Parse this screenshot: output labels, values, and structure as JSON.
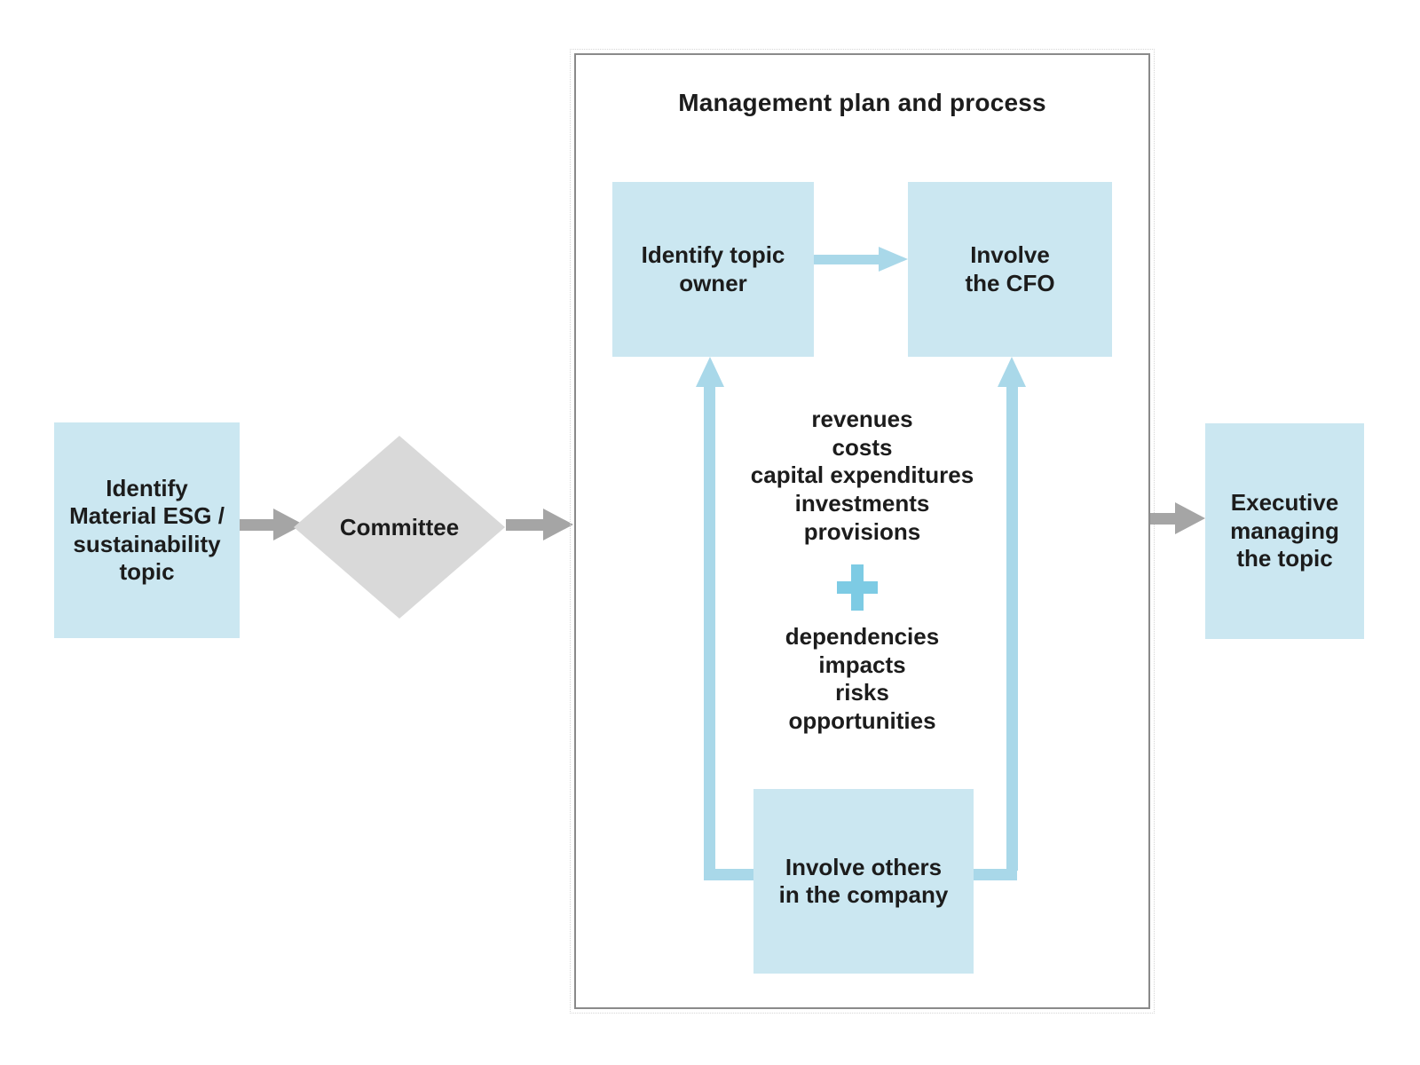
{
  "colors": {
    "box_fill": "#cbe7f1",
    "connector_blue": "#a9d8e9",
    "plus_blue": "#7dcbe4",
    "diamond_fill": "#d9d9d9",
    "arrow_gray": "#a5a5a5",
    "border_gray": "#8a8a8a",
    "text_color": "#1c1c1c"
  },
  "nodes": {
    "identify_topic": {
      "lines": [
        "Identify",
        "Material ESG /",
        "sustainability",
        "topic"
      ]
    },
    "committee": {
      "label": "Committee"
    },
    "management": {
      "title": "Management plan and process"
    },
    "identify_owner": {
      "lines": [
        "Identify topic",
        "owner"
      ]
    },
    "involve_cfo": {
      "lines": [
        "Involve",
        "the CFO"
      ]
    },
    "involve_others": {
      "lines": [
        "Involve others",
        "in the company"
      ]
    },
    "executive": {
      "lines": [
        "Executive",
        "managing",
        "the topic"
      ]
    }
  },
  "lists": {
    "financial": [
      "revenues",
      "costs",
      "capital expenditures",
      "investments",
      "provisions"
    ],
    "esg": [
      "dependencies",
      "impacts",
      "risks",
      "opportunities"
    ]
  }
}
